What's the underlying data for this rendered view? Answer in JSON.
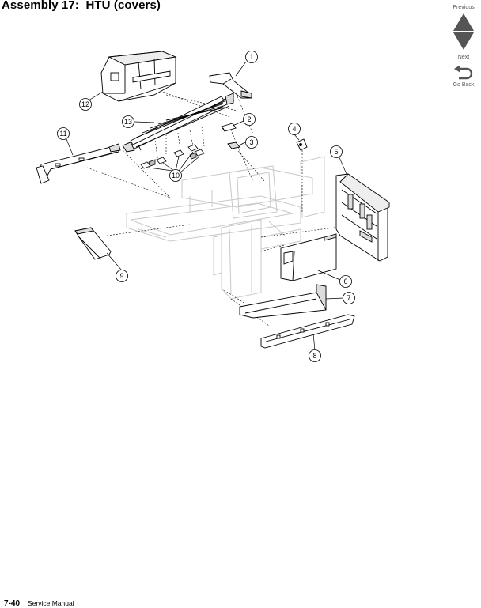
{
  "page": {
    "title": "Assembly 17:  HTU (covers)",
    "footer_page": "7-40",
    "footer_manual": "Service Manual"
  },
  "nav": {
    "previous": "Previous",
    "next": "Next",
    "go_back": "Go Back"
  },
  "callouts": [
    "1",
    "2",
    "3",
    "4",
    "5",
    "6",
    "7",
    "8",
    "9",
    "10",
    "11",
    "12",
    "13"
  ],
  "colors": {
    "line": "#000000",
    "ghost": "#c8c8c8",
    "part_fill": "#ffffff",
    "shade": "#d8d8d8",
    "nav_arrow": "#555555"
  }
}
